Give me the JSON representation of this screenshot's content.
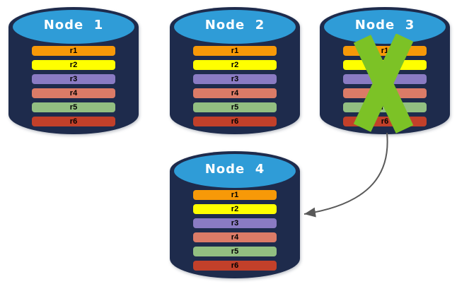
{
  "colors": {
    "background": "#FFFFFF",
    "cylinder_body": "#1E2B4C",
    "cylinder_top": "#2F9CD7",
    "node_label_text": "#FFFFFF",
    "replica_label_text": "#000000",
    "cross": "#7CC226",
    "arrow": "#595959"
  },
  "nodes": [
    {
      "label": "Node  1",
      "crossed_out": false
    },
    {
      "label": "Node  2",
      "crossed_out": false
    },
    {
      "label": "Node  3",
      "crossed_out": true
    },
    {
      "label": "Node  4",
      "crossed_out": false
    }
  ],
  "replicas": [
    {
      "label": "r1",
      "color": "#F79908"
    },
    {
      "label": "r2",
      "color": "#FFFF00"
    },
    {
      "label": "r3",
      "color": "#8A7BC3"
    },
    {
      "label": "r4",
      "color": "#DB7B67"
    },
    {
      "label": "r5",
      "color": "#92BF81"
    },
    {
      "label": "r6",
      "color": "#C2402A"
    }
  ]
}
